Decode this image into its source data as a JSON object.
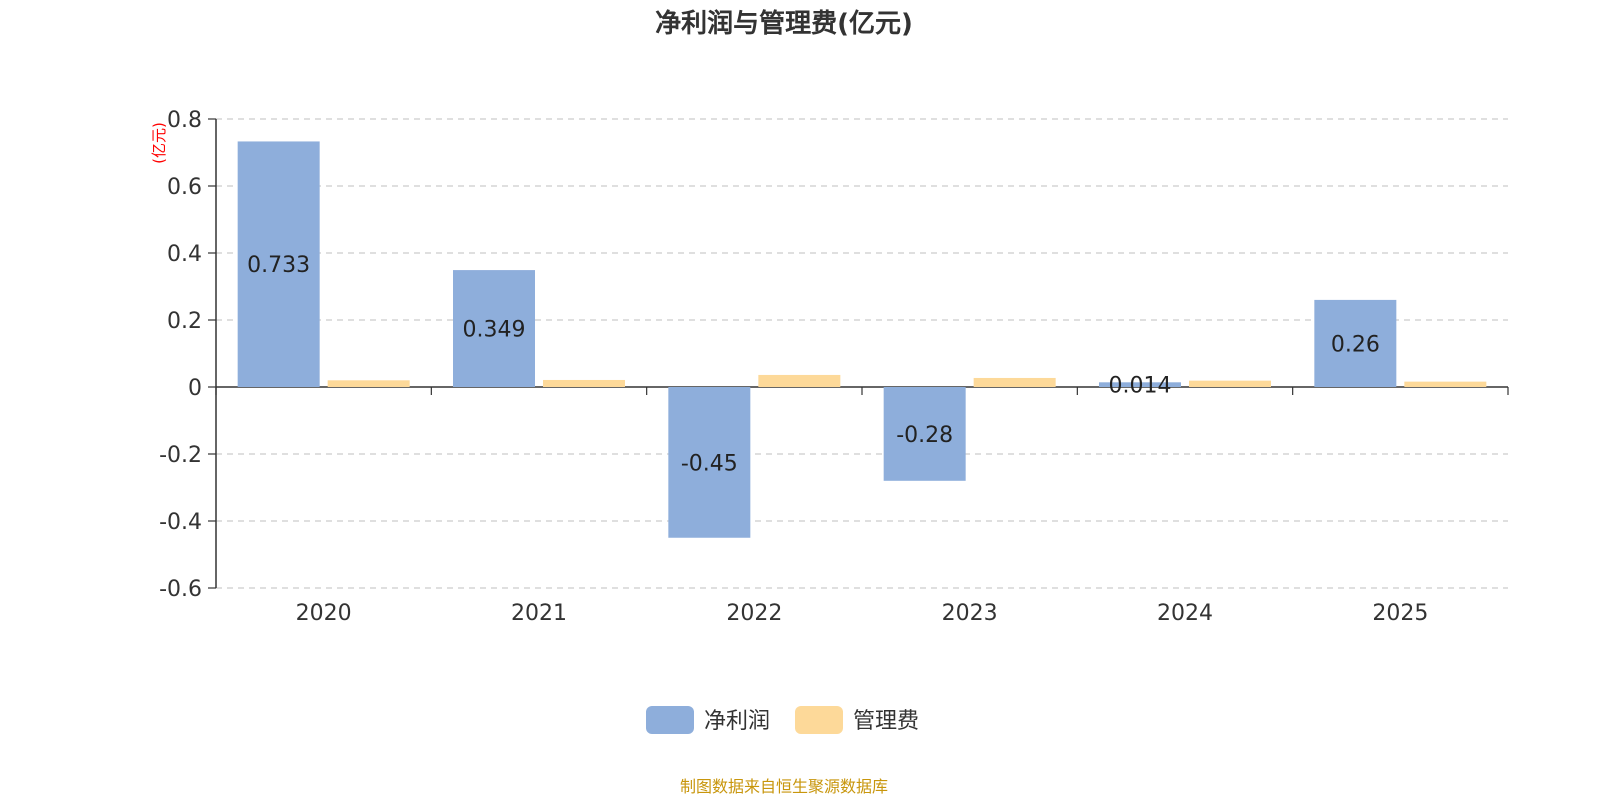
{
  "chart_data": {
    "type": "bar",
    "title": "净利润与管理费(亿元)",
    "ylabel": "(亿元)",
    "categories": [
      "2020",
      "2021",
      "2022",
      "2023",
      "2024",
      "2025"
    ],
    "series": [
      {
        "name": "净利润",
        "color": "#8eaedb",
        "values": [
          0.733,
          0.349,
          -0.45,
          -0.28,
          0.014,
          0.26
        ],
        "labels": [
          "0.733",
          "0.349",
          "-0.45",
          "-0.28",
          "0.014",
          "0.26"
        ]
      },
      {
        "name": "管理费",
        "color": "#fdd999",
        "values": [
          0.02,
          0.021,
          0.036,
          0.027,
          0.019,
          0.016
        ]
      }
    ],
    "ylim": [
      -0.6,
      0.8
    ],
    "yticks": [
      0.8,
      0.6,
      0.4,
      0.2,
      0,
      -0.2,
      -0.4,
      -0.6
    ],
    "ytick_labels": [
      "0.8",
      "0.6",
      "0.4",
      "0.2",
      "0",
      "-0.2",
      "-0.4",
      "-0.6"
    ],
    "grid": true,
    "legend_position": "bottom-center"
  },
  "footer": {
    "source": "制图数据来自恒生聚源数据库"
  }
}
